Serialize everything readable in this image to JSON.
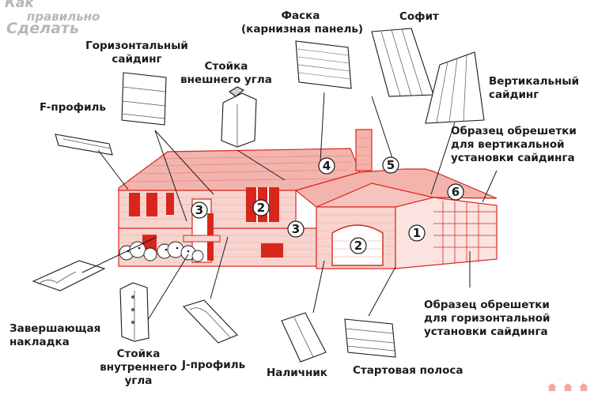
{
  "watermark": {
    "line1": "Как",
    "line2": "правильно",
    "line3": "Сделать"
  },
  "labels": {
    "faska": [
      "Фаска",
      "(карнизная панель)"
    ],
    "sofit": [
      "Софит"
    ],
    "gorizontalny": [
      "Горизонтальный",
      "сайдинг"
    ],
    "stoyka_vneshnego": [
      "Стойка",
      "внешнего угла"
    ],
    "vertikalny": [
      "Вертикальный",
      "сайдинг"
    ],
    "f_profil": [
      "F-профиль"
    ],
    "obreshetka_vert": [
      "Образец обрешетки",
      "для вертикальной",
      "установки сайдинга"
    ],
    "obreshetka_gor": [
      "Образец обрешетки",
      "для горизонтальной",
      "установки сайдинга"
    ],
    "zavershayushchaya": [
      "Завершающая",
      "накладка"
    ],
    "stoyka_vnutrennego": [
      "Стойка",
      "внутреннего",
      "угла"
    ],
    "j_profil": [
      "J-профиль"
    ],
    "nalichnik": [
      "Наличник"
    ],
    "startovaya": [
      "Стартовая полоса"
    ]
  },
  "markers": [
    "1",
    "2",
    "2",
    "3",
    "3",
    "4",
    "5",
    "6"
  ],
  "colors": {
    "house_red": "#d9261c",
    "house_pink": "#f3b4ad",
    "ink": "#1a1a1a"
  }
}
